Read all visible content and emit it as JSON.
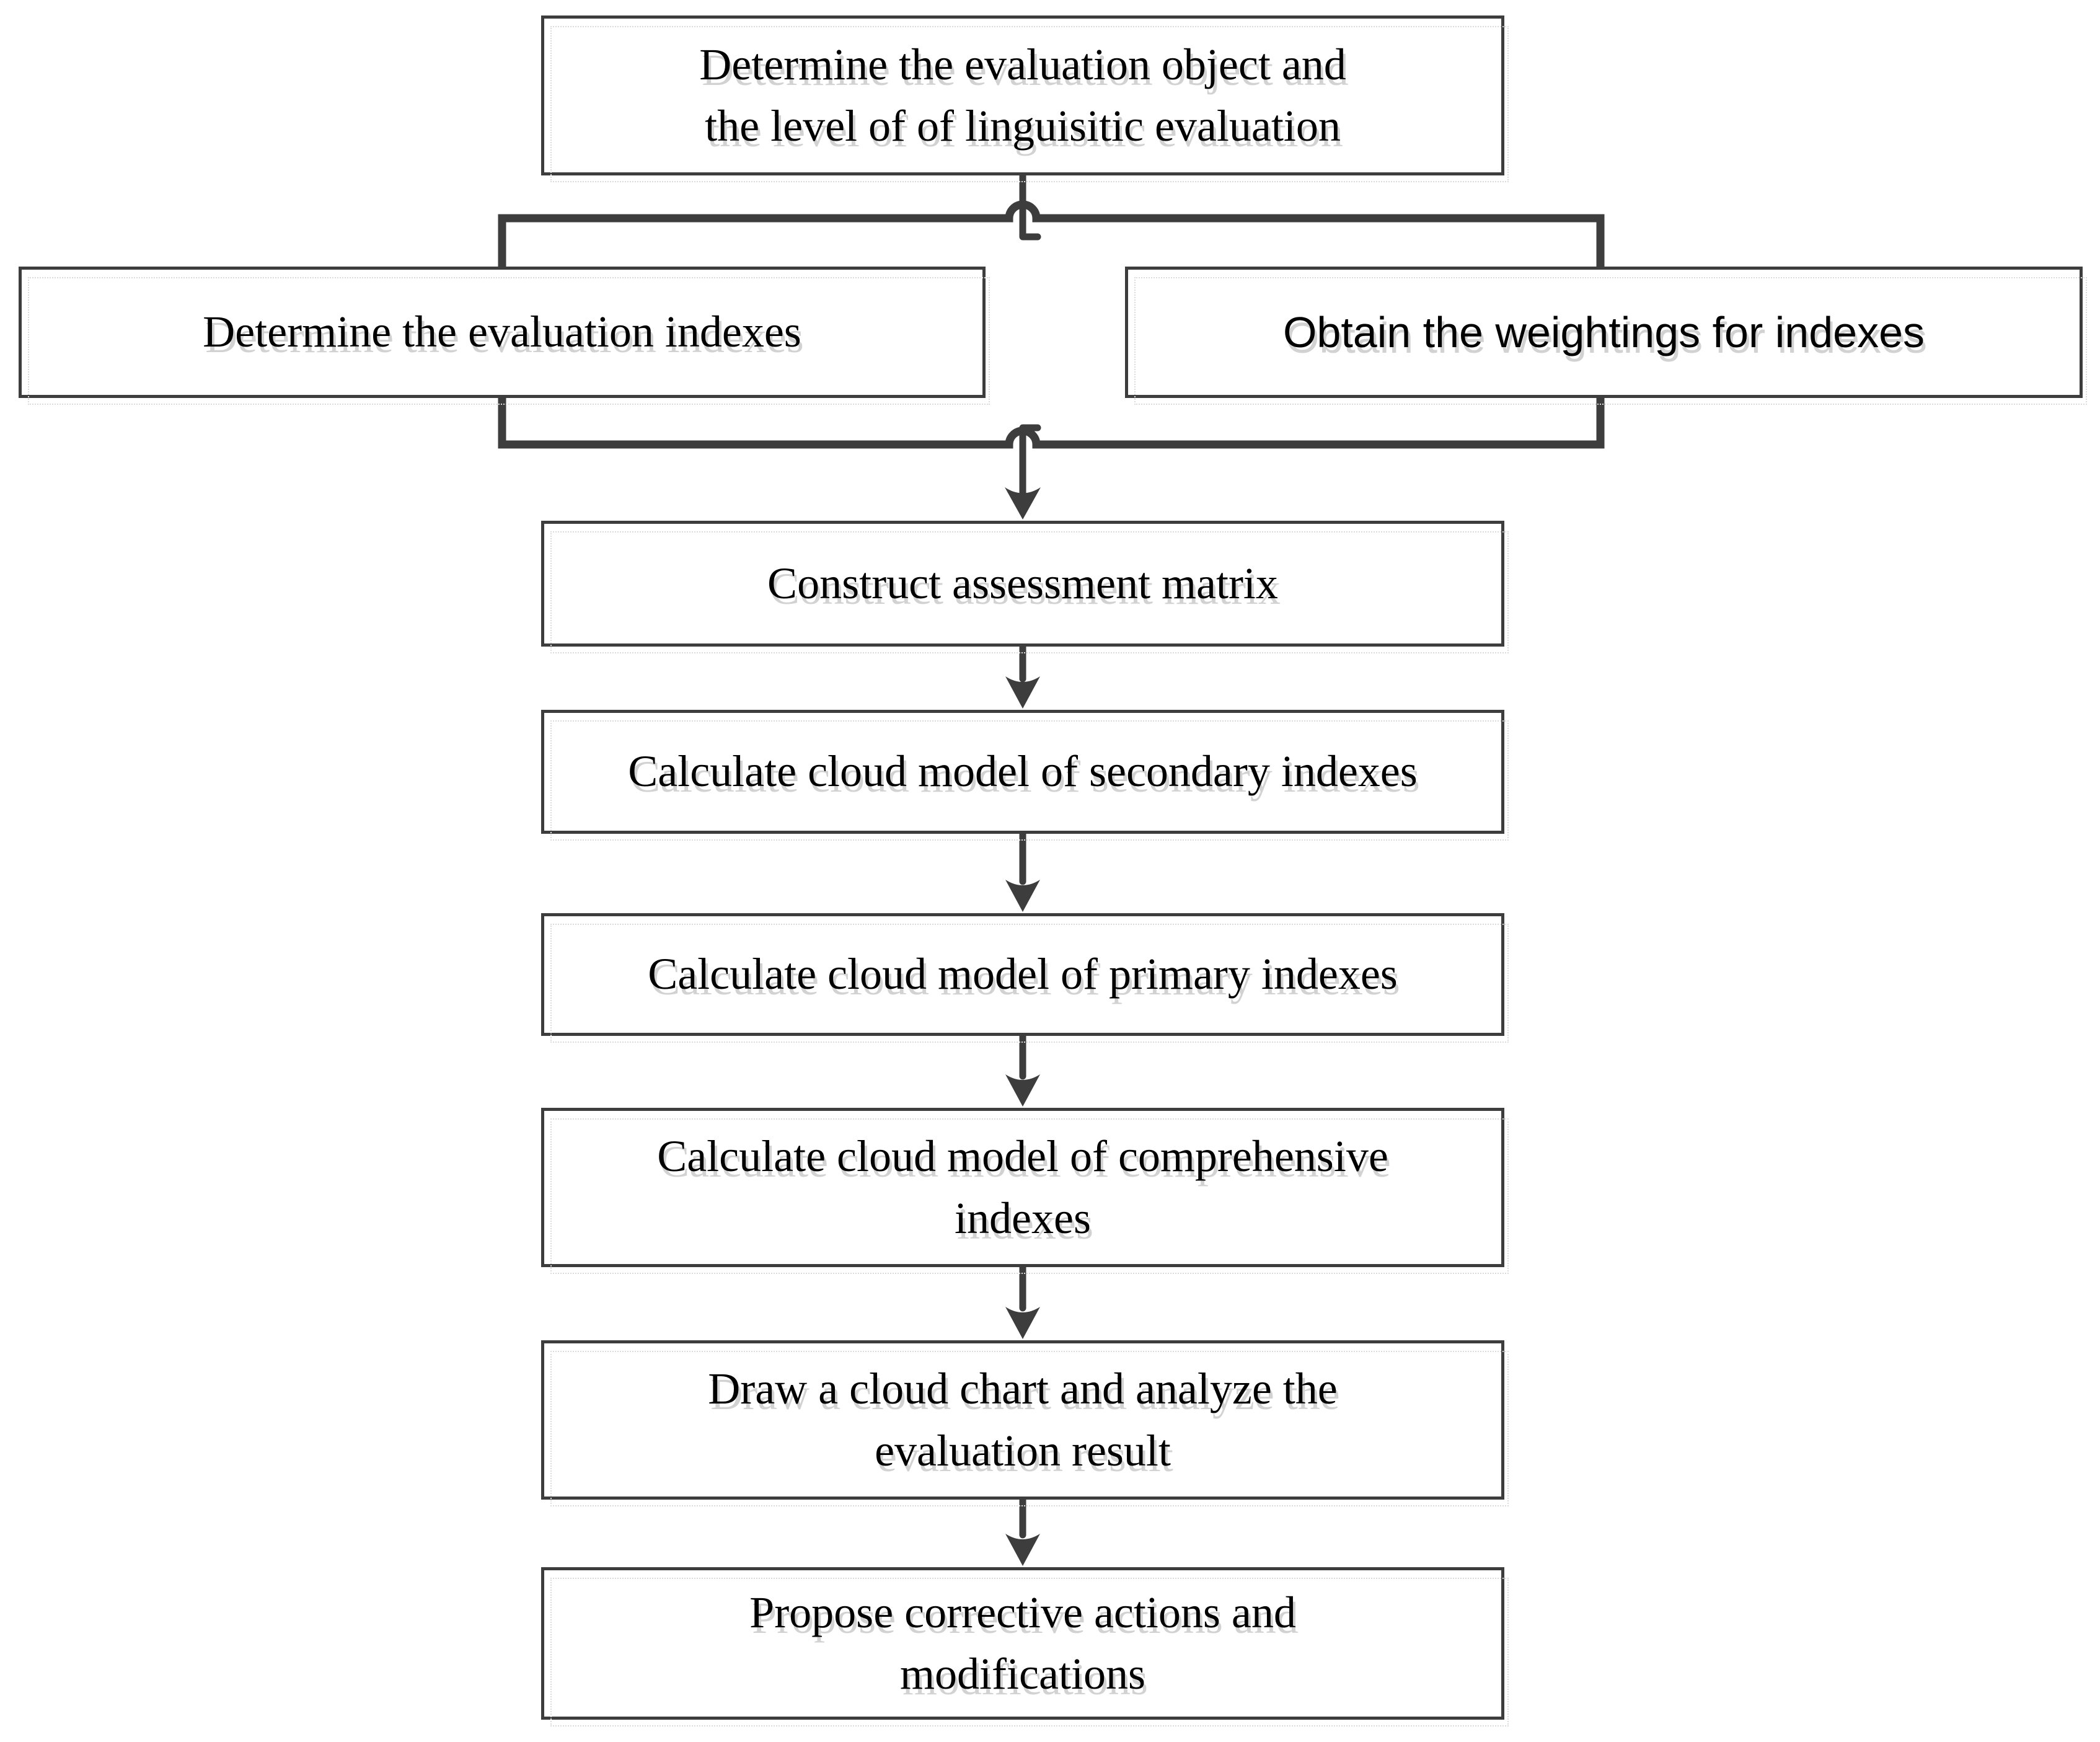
{
  "figure": {
    "type": "flowchart",
    "background": "#ffffff",
    "line_color": "#3d3d3d",
    "text_color": "#000000",
    "ghost_color": "#d2d2d2"
  },
  "nodes": {
    "determine_object": {
      "lines": [
        "Determine the evaluation object and",
        "the level of of linguisitic evaluation"
      ]
    },
    "determine_indexes": {
      "lines": [
        "Determine the evaluation indexes"
      ]
    },
    "obtain_weightings": {
      "lines": [
        "Obtain the weightings for indexes"
      ]
    },
    "construct_matrix": {
      "lines": [
        "Construct assessment matrix"
      ]
    },
    "secondary_cloud": {
      "lines": [
        "Calculate cloud model of secondary indexes"
      ]
    },
    "primary_cloud": {
      "lines": [
        "Calculate  cloud model of primary indexes"
      ]
    },
    "comprehensive_cloud": {
      "lines": [
        "Calculate cloud model of comprehensive",
        "indexes"
      ]
    },
    "draw_cloud_chart": {
      "lines": [
        "Draw a cloud chart and analyze the",
        "evaluation result"
      ]
    },
    "propose_actions": {
      "lines": [
        "Propose corrective actions and",
        "modifications"
      ]
    }
  }
}
